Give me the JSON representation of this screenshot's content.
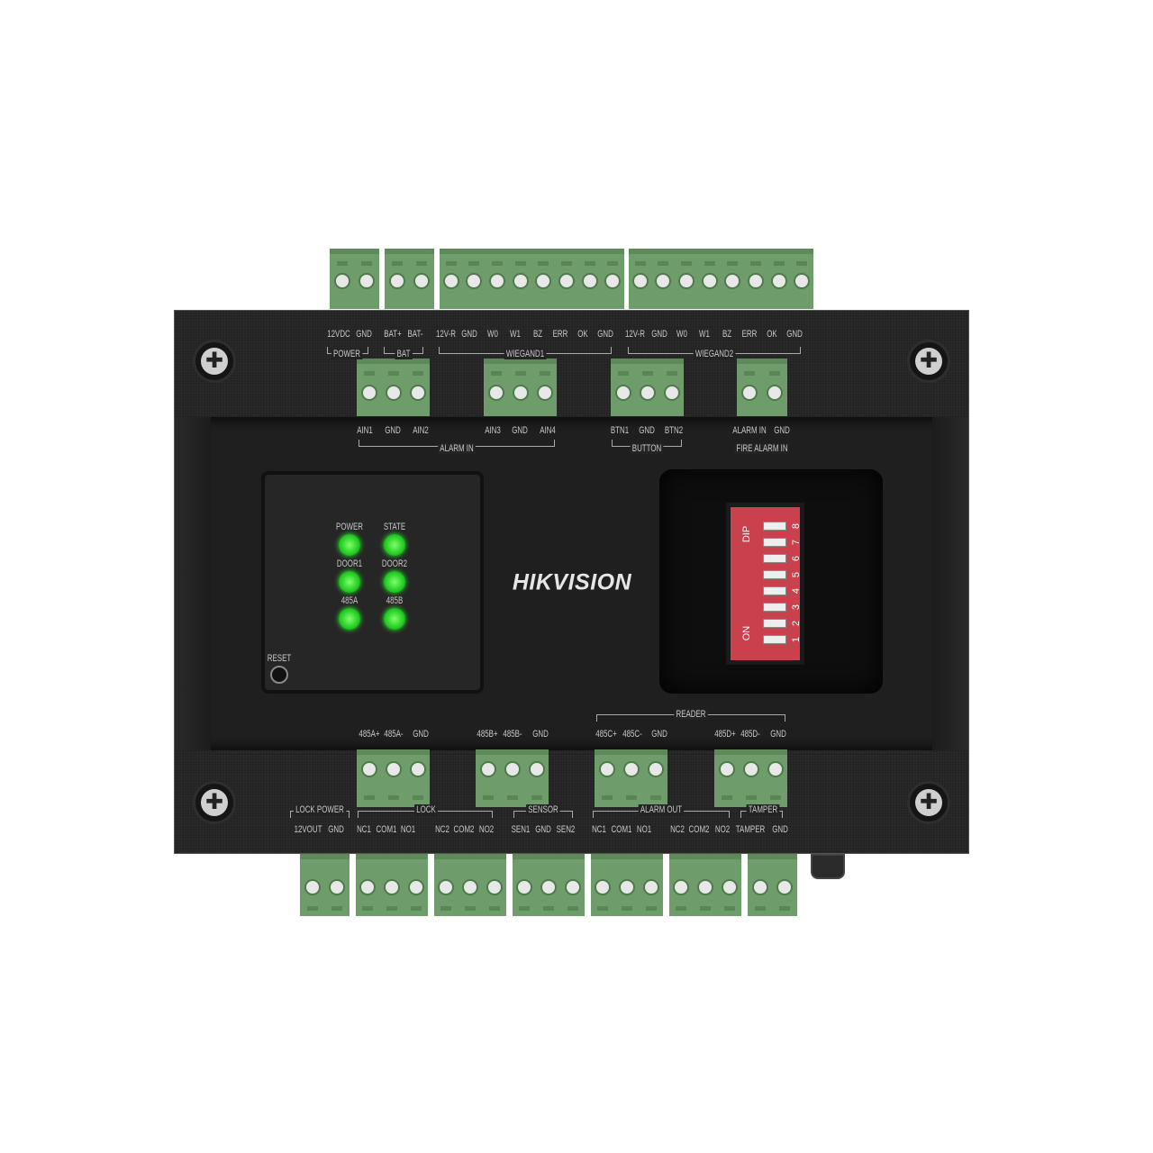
{
  "brand": "HIKVISION",
  "top_pins": [
    "12VDC",
    "GND",
    "BAT+",
    "BAT-",
    "12V-R",
    "GND",
    "W0",
    "W1",
    "BZ",
    "ERR",
    "OK",
    "GND",
    "12V-R",
    "GND",
    "W0",
    "W1",
    "BZ",
    "ERR",
    "OK",
    "GND"
  ],
  "top_groups": [
    "POWER",
    "BAT",
    "WIEGAND1",
    "WIEGAND2"
  ],
  "upper_pins": [
    "AIN1",
    "GND",
    "AIN2",
    "AIN3",
    "GND",
    "AIN4",
    "BTN1",
    "GND",
    "BTN2",
    "ALARM IN",
    "GND"
  ],
  "upper_groups": [
    "ALARM IN",
    "BUTTON",
    "FIRE ALARM IN"
  ],
  "lower_pins": [
    "485A+",
    "485A-",
    "GND",
    "485B+",
    "485B-",
    "GND",
    "485C+",
    "485C-",
    "GND",
    "485D+",
    "485D-",
    "GND"
  ],
  "lower_groups": [
    "READER"
  ],
  "bottom_groups": [
    "LOCK POWER",
    "LOCK",
    "SENSOR",
    "ALARM OUT",
    "TAMPER"
  ],
  "bottom_pins": [
    "12VOUT",
    "GND",
    "NC1",
    "COM1",
    "NO1",
    "NC2",
    "COM2",
    "NO2",
    "SEN1",
    "GND",
    "SEN2",
    "NC1",
    "COM1",
    "NO1",
    "NC2",
    "COM2",
    "NO2",
    "TAMPER",
    "GND"
  ],
  "leds": [
    {
      "label": "POWER",
      "state": "on",
      "color": "#22cc22"
    },
    {
      "label": "STATE",
      "state": "on",
      "color": "#22cc22"
    },
    {
      "label": "DOOR1",
      "state": "on",
      "color": "#22cc22"
    },
    {
      "label": "DOOR2",
      "state": "on",
      "color": "#22cc22"
    },
    {
      "label": "485A",
      "state": "on",
      "color": "#22cc22"
    },
    {
      "label": "485B",
      "state": "on",
      "color": "#22cc22"
    }
  ],
  "reset_label": "RESET",
  "dip": {
    "title": "DIP",
    "on_label": "ON",
    "numbers": [
      "1",
      "2",
      "3",
      "4",
      "5",
      "6",
      "7",
      "8"
    ],
    "color": "#c9414d"
  },
  "colors": {
    "terminal": "#6e9c6a",
    "chassis": "#232323"
  }
}
